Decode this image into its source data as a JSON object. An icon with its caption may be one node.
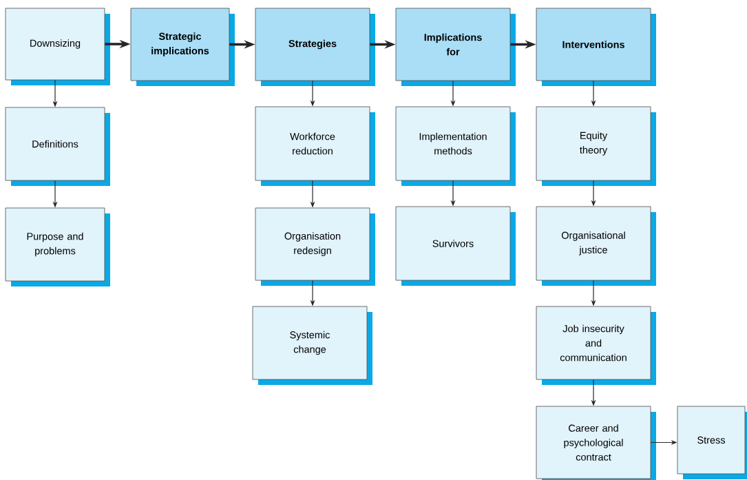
{
  "diagram": {
    "nodes": [
      {
        "text": [
          "Downsizing"
        ]
      },
      {
        "text": [
          "Strategic implications"
        ]
      },
      {
        "text": [
          "Strategies"
        ]
      },
      {
        "text": [
          "Implications for"
        ]
      },
      {
        "text": [
          "Interventions"
        ]
      },
      {
        "text": [
          "Definitions"
        ]
      },
      {
        "text": [
          "Purpose and problems"
        ]
      },
      {
        "text": [
          "Workforce reduction"
        ]
      },
      {
        "text": [
          "Organisation redesign"
        ]
      },
      {
        "text": [
          "Systemic change"
        ]
      },
      {
        "text": [
          "Implementation methods"
        ]
      },
      {
        "text": [
          "Survivors"
        ]
      },
      {
        "text": [
          "Equity theory"
        ]
      },
      {
        "text": [
          "Organisational justice"
        ]
      },
      {
        "text": [
          "Job insecurity and communication"
        ]
      },
      {
        "text": [
          "Career and psychological contract"
        ]
      },
      {
        "text": [
          "Stress"
        ]
      }
    ],
    "edges": [
      {
        "from": 0,
        "to": 1,
        "arrow": "to",
        "style": "thick"
      },
      {
        "from": 1,
        "to": 2,
        "arrow": "to",
        "style": "thick"
      },
      {
        "from": 2,
        "to": 3,
        "arrow": "to",
        "style": "thick"
      },
      {
        "from": 3,
        "to": 4,
        "arrow": "to",
        "style": "thick"
      },
      {
        "from": 0,
        "to": 5,
        "arrow": "to"
      },
      {
        "from": 5,
        "to": 6,
        "arrow": "to"
      },
      {
        "from": 2,
        "to": 7,
        "arrow": "to"
      },
      {
        "from": 7,
        "to": 8,
        "arrow": "to"
      },
      {
        "from": 8,
        "to": 9,
        "arrow": "to"
      },
      {
        "from": 3,
        "to": 10,
        "arrow": "to"
      },
      {
        "from": 10,
        "to": 11,
        "arrow": "to"
      },
      {
        "from": 4,
        "to": 12,
        "arrow": "to"
      },
      {
        "from": 12,
        "to": 13,
        "arrow": "to"
      },
      {
        "from": 13,
        "to": 14,
        "arrow": "to"
      },
      {
        "from": 14,
        "to": 15,
        "arrow": "to"
      },
      {
        "from": 15,
        "to": 16,
        "arrow": "to"
      }
    ]
  }
}
